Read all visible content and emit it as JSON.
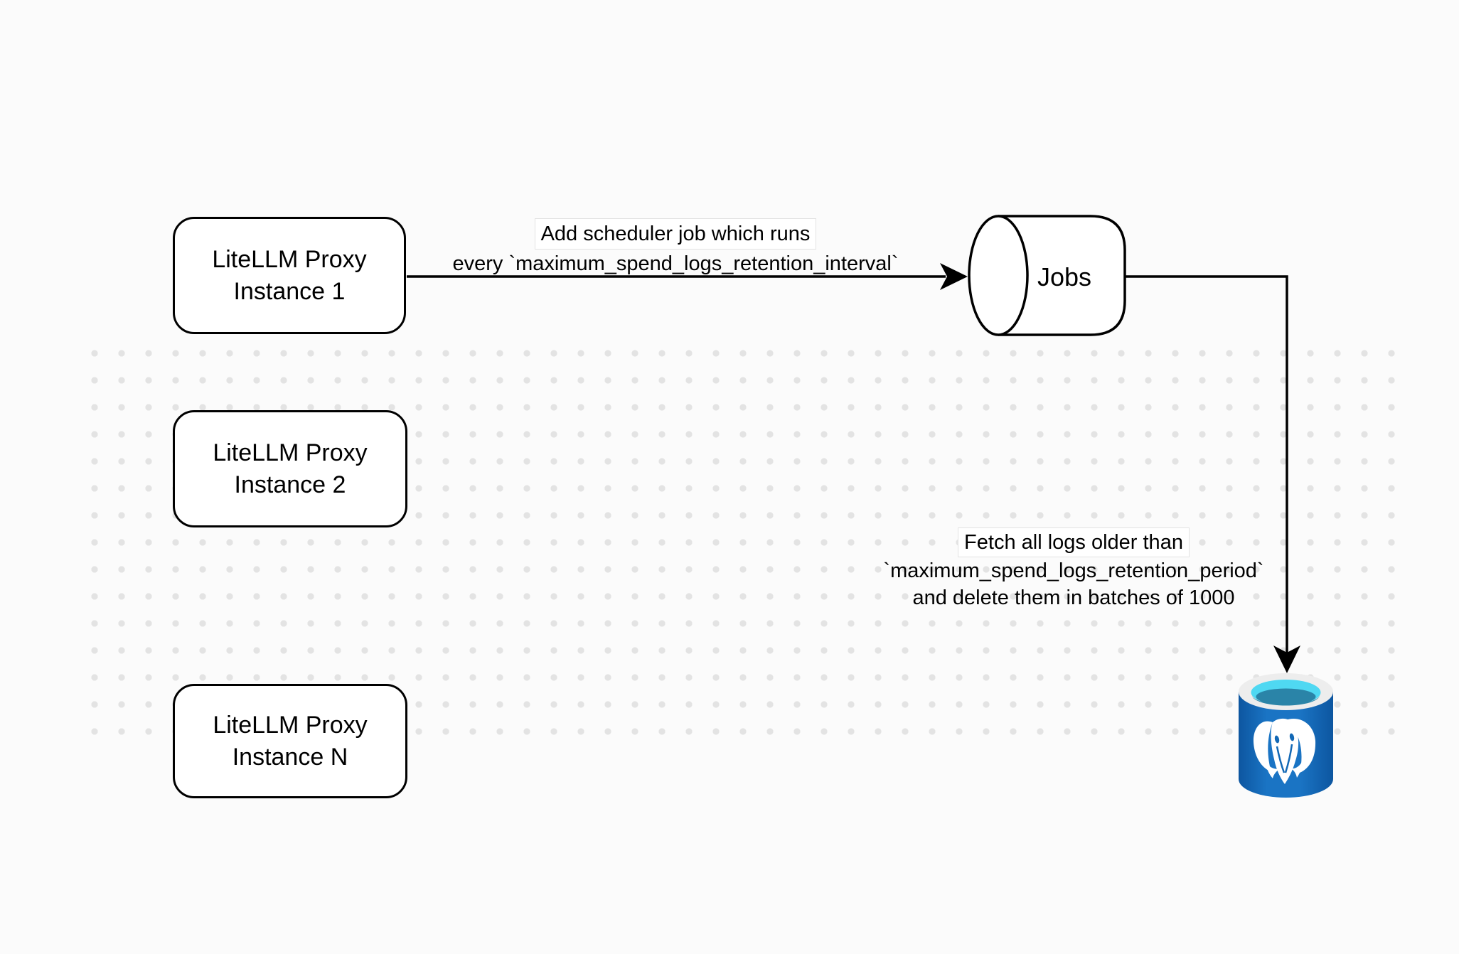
{
  "diagram": {
    "kind": "architecture-flow-diagram",
    "colors": {
      "background": "#fbfbfb",
      "dot_grid": "#e3e3e3",
      "stroke": "#000000",
      "node_fill": "#ffffff",
      "postgres_body": "#1268b5",
      "postgres_body_dark": "#0d56a0",
      "postgres_rim": "#ededed",
      "postgres_water": "#4fd8f2",
      "postgres_water_deep": "#2a84a8",
      "postgres_elephant": "#ffffff"
    },
    "nodes": {
      "instance1_label": "LiteLLM Proxy\nInstance 1",
      "instance2_label": "LiteLLM Proxy\nInstance 2",
      "instanceN_label": "LiteLLM Proxy\nInstance N",
      "jobs_label": "Jobs"
    },
    "edges": {
      "scheduler_line1": "Add scheduler job which runs",
      "scheduler_line2": "every `maximum_spend_logs_retention_interval`",
      "fetch_line1": "Fetch all logs older than",
      "fetch_line2": "`maximum_spend_logs_retention_period`",
      "fetch_line3": "and delete them in batches of 1000"
    },
    "icons": {
      "postgresql": "postgresql-database-icon",
      "jobs_queue": "queue-cylinder-shape"
    }
  }
}
